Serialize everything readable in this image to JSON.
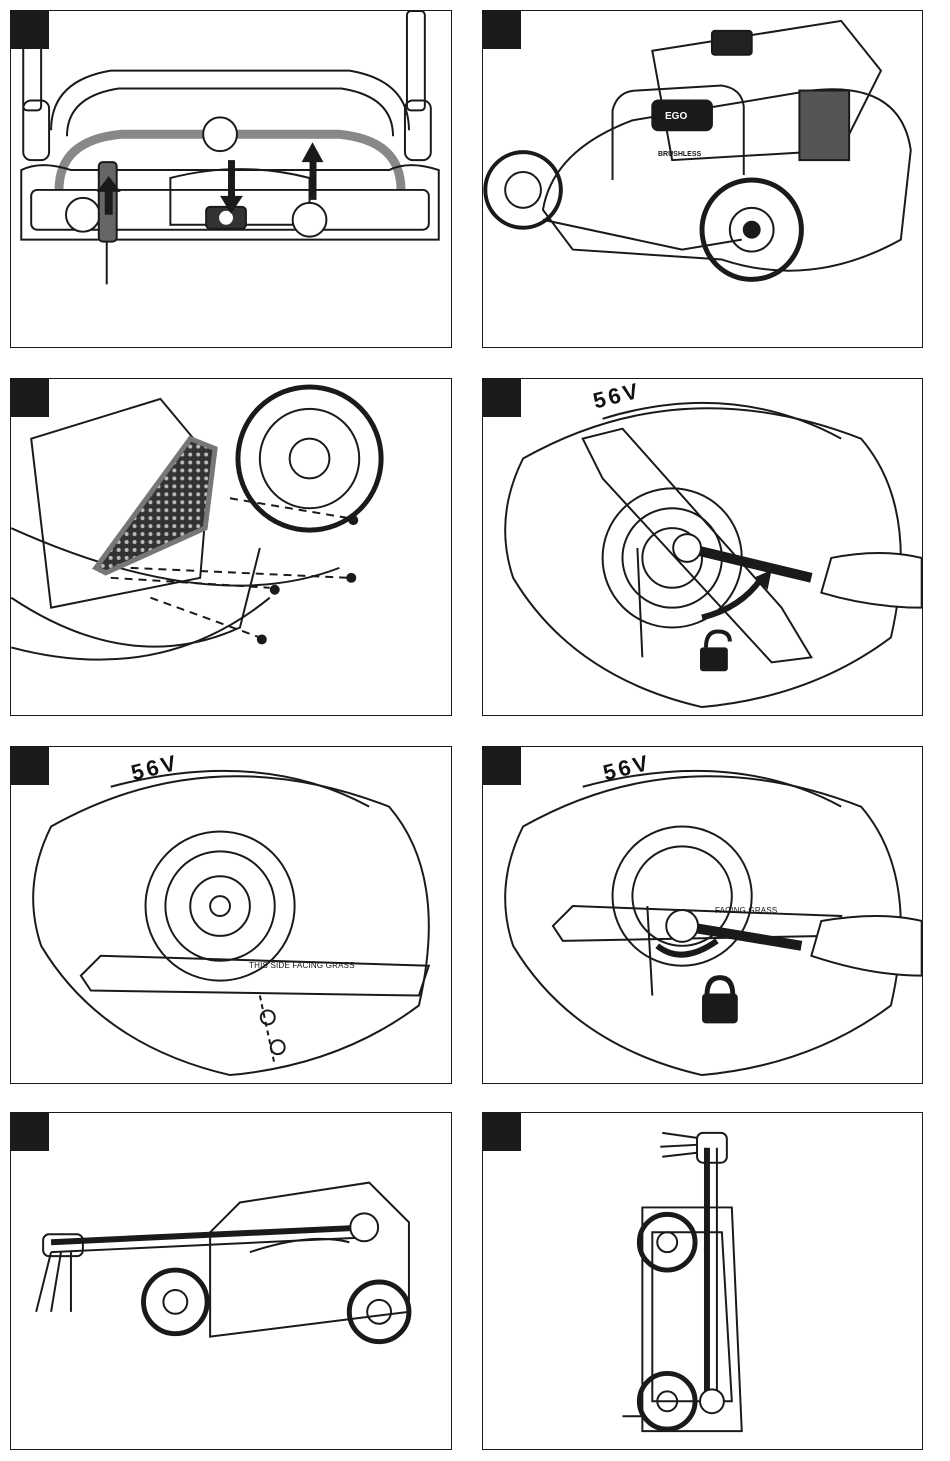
{
  "panels": [
    {
      "id": 1,
      "content": "handle-controls"
    },
    {
      "id": 2,
      "content": "mower-front"
    },
    {
      "id": 3,
      "content": "side-cover-removal"
    },
    {
      "id": 4,
      "content": "blade-unlock"
    },
    {
      "id": 5,
      "content": "blade-install"
    },
    {
      "id": 6,
      "content": "blade-lock"
    },
    {
      "id": 7,
      "content": "mower-folded-side"
    },
    {
      "id": 8,
      "content": "mower-upright-storage"
    }
  ],
  "labels": {
    "voltage": "56V",
    "blade_side": "THIS SIDE FACING GRASS",
    "blade_side_partial": "FACING GRASS",
    "brand": "EGO",
    "motor": "BRUSHLESS"
  },
  "icons": {
    "unlock": "padlock-open-icon",
    "lock": "padlock-closed-icon"
  },
  "colors": {
    "line": "#1a1a1a",
    "badge": "#1b1b1b",
    "hatch": "#555555"
  }
}
